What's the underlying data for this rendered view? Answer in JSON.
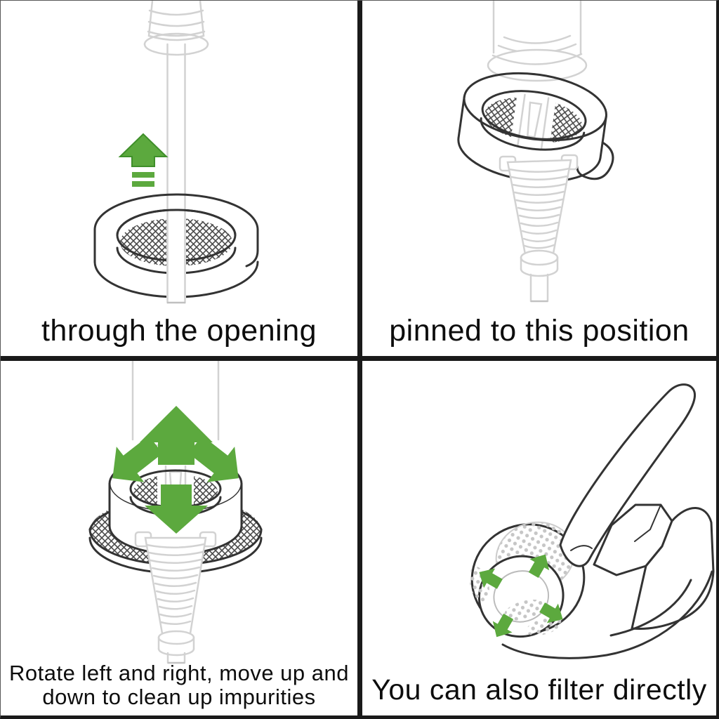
{
  "meta": {
    "type": "instructional-diagram",
    "subject": "faucet water filter installation steps"
  },
  "colors": {
    "background": "#ffffff",
    "divider": "#1a1a1a",
    "frame_light": "#585858",
    "line_dark": "#333333",
    "line_light": "#d2d2d2",
    "arrow_green": "#5ca93e",
    "arrow_green_dark": "#3f8f2a",
    "mesh_dot": "#c6c6c6"
  },
  "panels": [
    {
      "id": "step-1",
      "caption_lines": [
        "through the opening"
      ],
      "icons": [
        "move-up-arrow"
      ]
    },
    {
      "id": "step-2",
      "caption_lines": [
        "pinned to this position"
      ],
      "icons": []
    },
    {
      "id": "step-3",
      "caption_lines": [
        "Rotate left and right, move up and",
        "down to clean up impurities"
      ],
      "icons": [
        "move-up-arrow",
        "move-left-arrow",
        "move-right-arrow",
        "move-down-arrow"
      ]
    },
    {
      "id": "step-4",
      "caption_lines": [
        "You can also filter directly"
      ],
      "icons": [
        "rotate-arrows"
      ]
    }
  ]
}
